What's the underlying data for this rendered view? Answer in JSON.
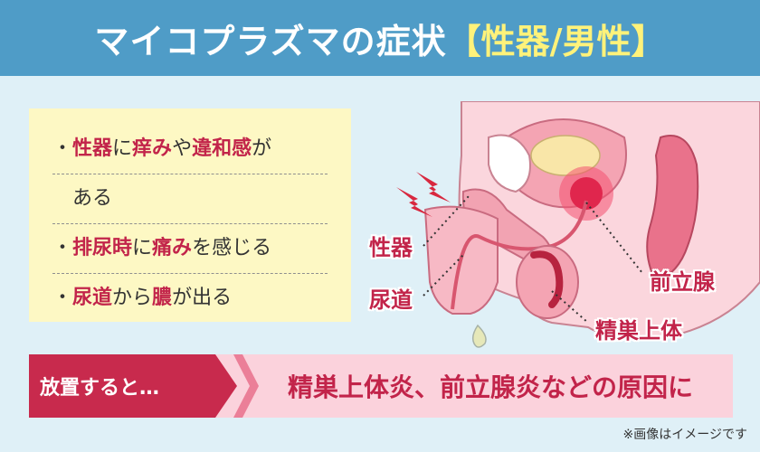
{
  "header": {
    "title": "マイコプラズマの症状",
    "highlight": "【性器/男性】"
  },
  "symptoms": {
    "line1": {
      "bullet": "・",
      "a": "性器",
      "b": "に",
      "c": "痒み",
      "d": "や",
      "e": "違和感",
      "f": "が"
    },
    "line1_cont": "ある",
    "line2": {
      "bullet": "・",
      "a": "排尿時",
      "b": "に",
      "c": "痛み",
      "d": "を感じる"
    },
    "line3": {
      "bullet": "・",
      "a": "尿道",
      "b": "から",
      "c": "膿",
      "d": "が出る"
    }
  },
  "diagram": {
    "labels": {
      "genital": "性器",
      "urethra": "尿道",
      "prostate": "前立腺",
      "epididymis": "精巣上体"
    }
  },
  "banner": {
    "left": "放置すると…",
    "right": "精巣上体炎、前立腺炎などの原因に"
  },
  "note": "※画像はイメージです",
  "colors": {
    "header_bg": "#4f9cc7",
    "accent": "#c2244a",
    "box_bg": "#fdf8c4",
    "banner_bg": "#fbd2dc"
  }
}
